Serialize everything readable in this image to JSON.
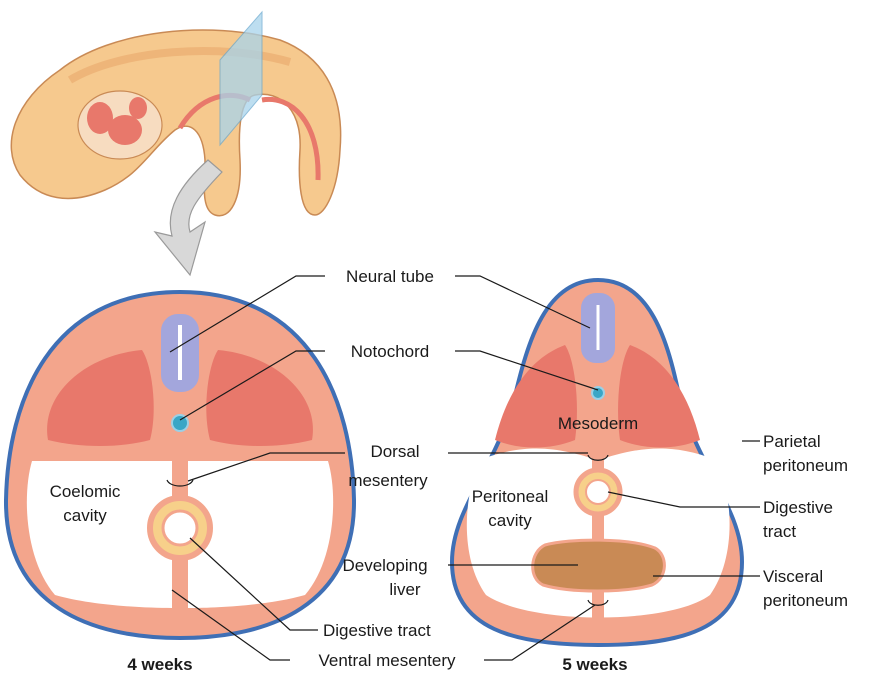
{
  "labels": {
    "neural_tube": "Neural tube",
    "notochord": "Notochord",
    "dorsal_mesentery_1": "Dorsal",
    "dorsal_mesentery_2": "mesentery",
    "coelomic_cavity_1": "Coelomic",
    "coelomic_cavity_2": "cavity",
    "mesoderm": "Mesoderm",
    "parietal_peritoneum_1": "Parietal",
    "parietal_peritoneum_2": "peritoneum",
    "peritoneal_cavity_1": "Peritoneal",
    "peritoneal_cavity_2": "cavity",
    "digestive_tract_right_1": "Digestive",
    "digestive_tract_right_2": "tract",
    "developing_liver_1": "Developing",
    "developing_liver_2": "liver",
    "visceral_peritoneum_1": "Visceral",
    "visceral_peritoneum_2": "peritoneum",
    "digestive_tract_left": "Digestive tract",
    "ventral_mesentery": "Ventral mesentery"
  },
  "stages": {
    "left": "4 weeks",
    "right": "5 weeks"
  },
  "colors": {
    "body_outline": "#3f6fb5",
    "body_fill": "#f3a58c",
    "muscle_block": "#e8786b",
    "neural_tube": "#a3a6dc",
    "notochord": "#3aa6c6",
    "gut_wall": "#f7d08a",
    "liver": "#c98a55",
    "embryo_skin": "#f6c98e",
    "section_plane": "#a8d4ec",
    "arrow": "#d8d8d8"
  }
}
